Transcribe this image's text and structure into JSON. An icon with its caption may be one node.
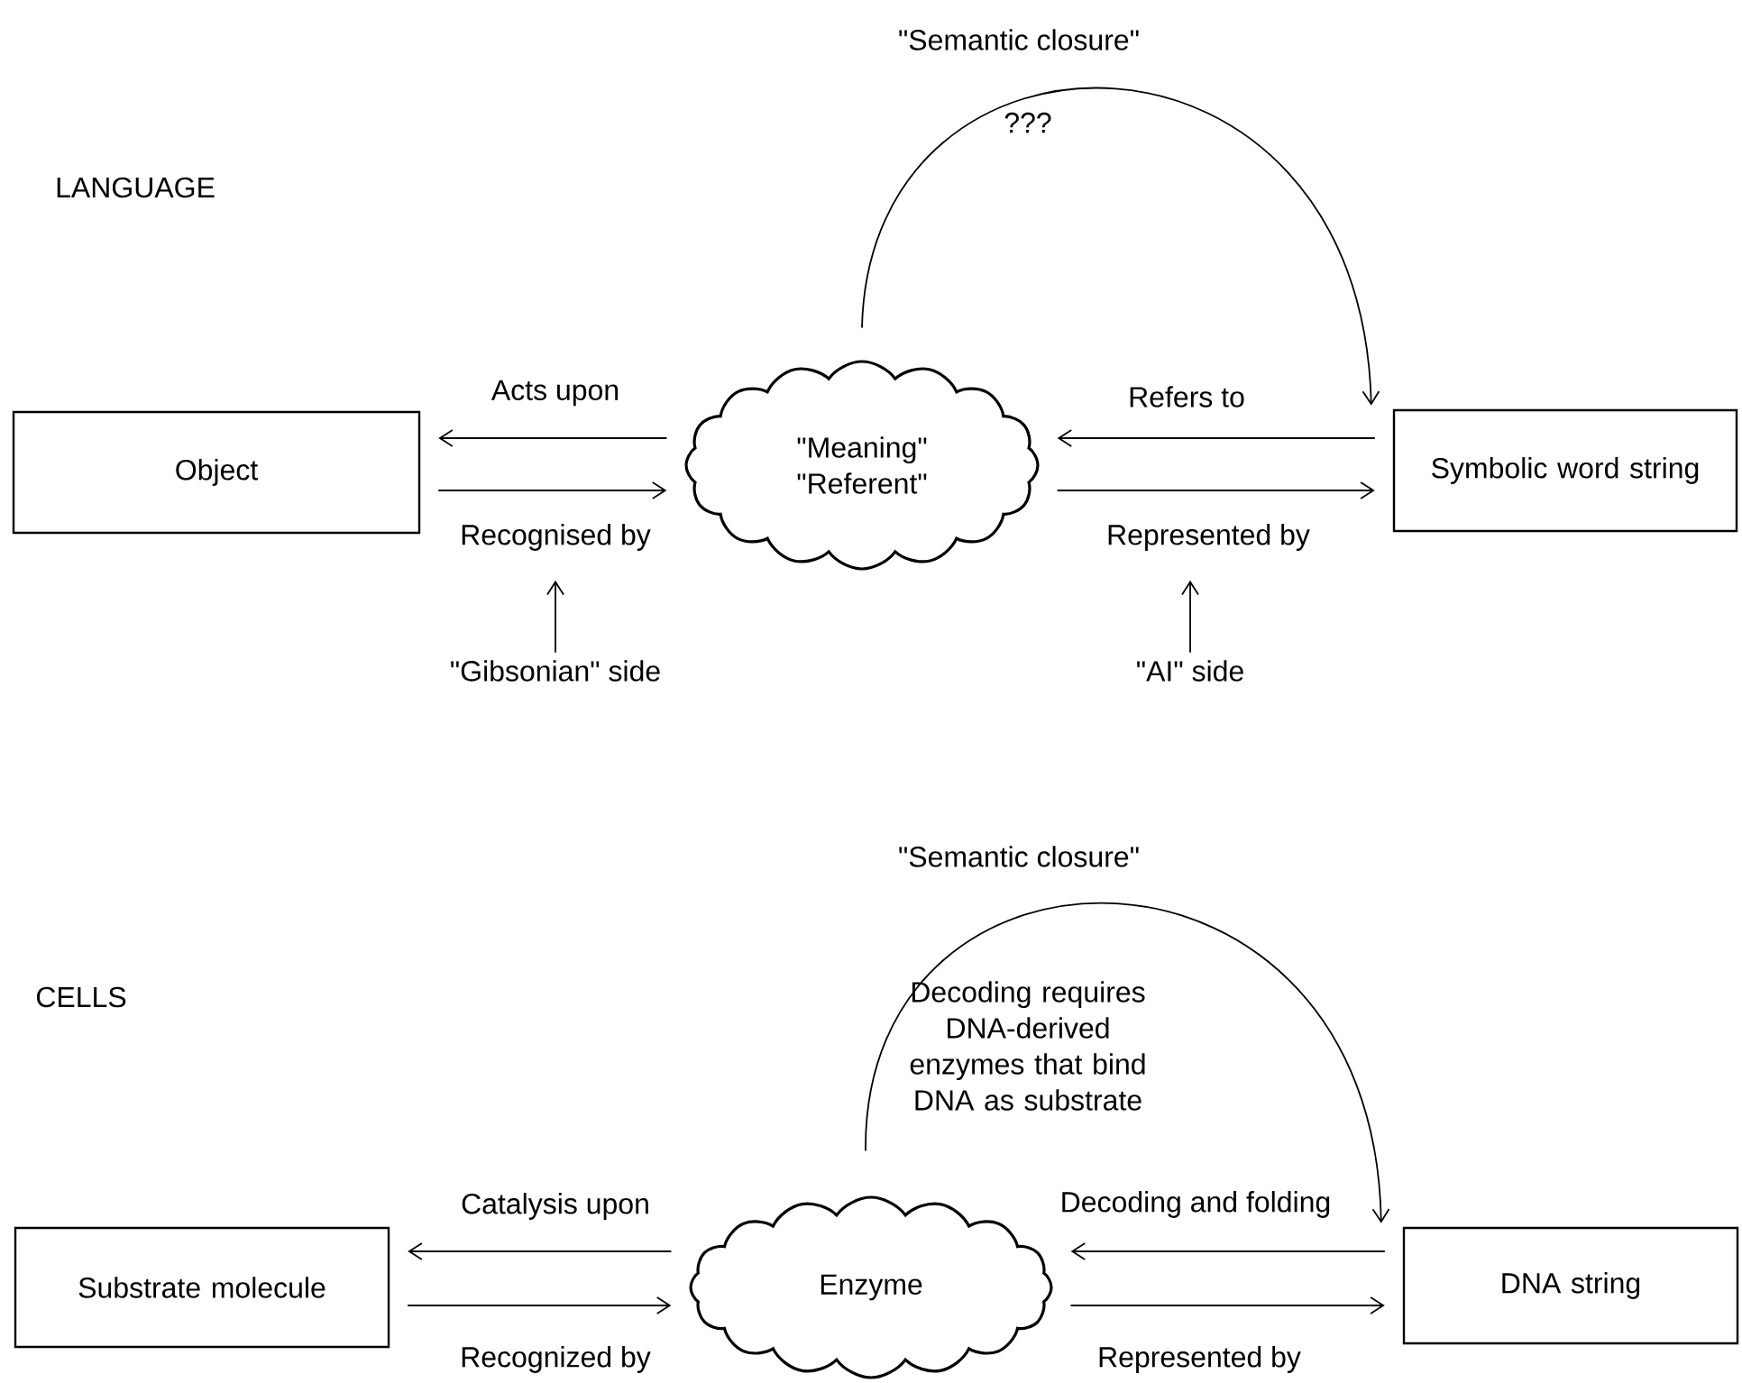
{
  "diagram": {
    "nodes": [
      {
        "text": [
          "Object"
        ]
      },
      {
        "text": [
          "\"Meaning\"",
          "\"Referent\""
        ]
      },
      {
        "text": [
          "Symbolic word string"
        ]
      },
      {
        "text": [
          "\"Gibsonian\" side"
        ]
      },
      {
        "text": [
          "\"AI\" side"
        ]
      },
      {
        "text": [
          "Substrate molecule"
        ]
      },
      {
        "text": [
          "Enzyme"
        ]
      },
      {
        "text": [
          "DNA string"
        ]
      }
    ],
    "edges": [
      {
        "from": 1,
        "to": 0,
        "arrow": "to",
        "label": "Acts upon"
      },
      {
        "from": 0,
        "to": 1,
        "arrow": "to",
        "label": "Recognised by"
      },
      {
        "from": 2,
        "to": 1,
        "arrow": "to",
        "label": "Refers to"
      },
      {
        "from": 1,
        "to": 2,
        "arrow": "to",
        "label": "Represented by"
      },
      {
        "from": 1,
        "to": 2,
        "arrow": "to",
        "label": "\"Semantic closure\""
      },
      {
        "from": 3,
        "to": null,
        "arrow": "to"
      },
      {
        "from": 4,
        "to": null,
        "arrow": "to"
      },
      {
        "from": 6,
        "to": 5,
        "arrow": "to",
        "label": "Catalysis upon"
      },
      {
        "from": 5,
        "to": 6,
        "arrow": "to",
        "label": "Recognized by"
      },
      {
        "from": 7,
        "to": 6,
        "arrow": "to",
        "label": "Decoding and folding"
      },
      {
        "from": 6,
        "to": 7,
        "arrow": "to",
        "label": "Represented by"
      },
      {
        "from": 6,
        "to": 7,
        "arrow": "to",
        "label": "\"Semantic closure\""
      }
    ],
    "labels": [
      "LANGUAGE",
      "???",
      "CELLS",
      "Decoding requires DNA-derived enzymes that bind DNA as substrate"
    ]
  }
}
